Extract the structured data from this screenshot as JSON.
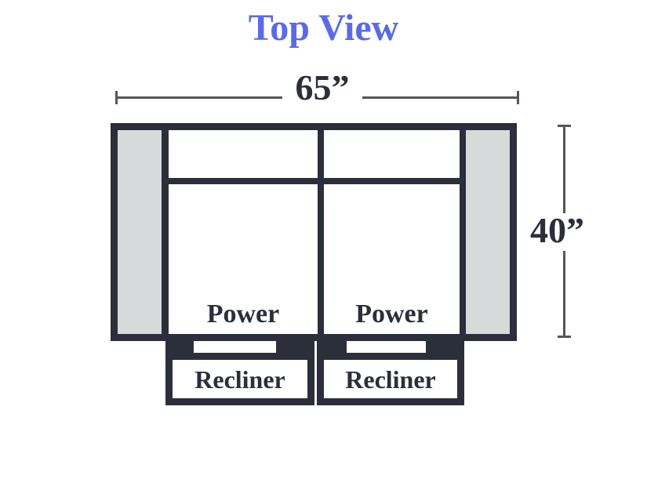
{
  "title": "Top View",
  "dimensions": {
    "width_label": "65”",
    "depth_label": "40”"
  },
  "sofa": {
    "seats": [
      {
        "label": "Power"
      },
      {
        "label": "Power"
      }
    ],
    "recliners": [
      {
        "label": "Recliner"
      },
      {
        "label": "Recliner"
      }
    ]
  },
  "colors": {
    "title": "#5b6ae6",
    "frame": "#2b2f3a",
    "armrest_fill": "#d8d9db",
    "cushion_fill": "#ffffff",
    "dimension_line": "#53565e"
  }
}
